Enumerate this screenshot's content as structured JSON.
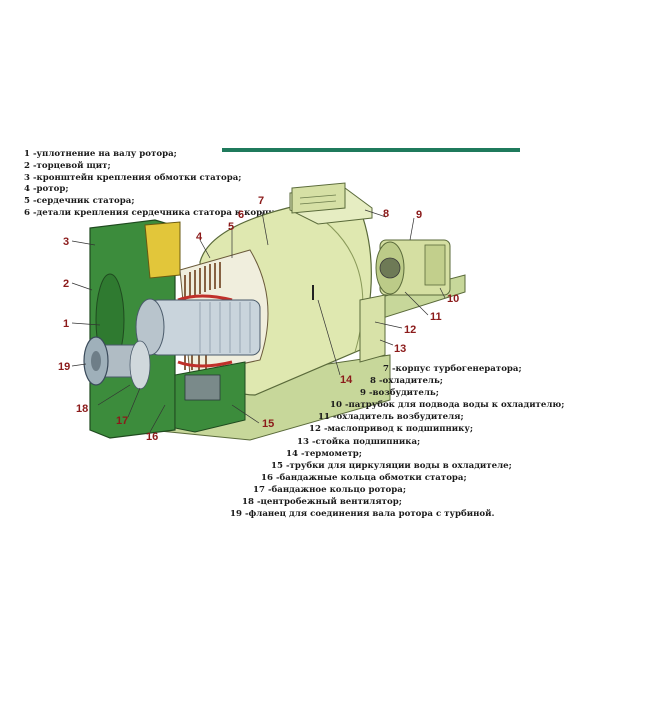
{
  "legend_left": [
    "1 -уплотнение на валу ротора;",
    "2 -торцевой щит;",
    "3 -кронштейн крепления обмотки статора;",
    "4 -ротор;",
    "5 -сердечник статора;",
    "6 -детали крепления сердечника статора к корпусу;"
  ],
  "legend_right": [
    "7 -корпус турбогенератора;",
    "8 -охладитель;",
    "9 -возбудитель;",
    "10 -патрубок для подвода воды к охладителю;",
    "11 -охладитель возбудителя;",
    "12 -маслопривод к подшипнику;",
    "13 -стойка подшипника;",
    "14 -термометр;",
    "15 -трубки для циркуляции воды в охладителе;",
    "16 -бандажные кольца обмотки статора;",
    "17 -бандажное кольцо ротора;",
    "18 -центробежный вентилятор;",
    "19 -фланец для соединения вала ротора с турбиной."
  ],
  "callouts": [
    "1",
    "2",
    "3",
    "4",
    "5",
    "6",
    "7",
    "8",
    "9",
    "10",
    "11",
    "12",
    "13",
    "14",
    "15",
    "16",
    "17",
    "18",
    "19"
  ],
  "colors": {
    "housing": "#dfe8b0",
    "end_shield": "#3c8c3c",
    "stator_bars": "#7a4a2a",
    "rotor": "#c9d4dc",
    "accent_bar": "#1f7a5c",
    "label_red": "#8b1a1a"
  }
}
